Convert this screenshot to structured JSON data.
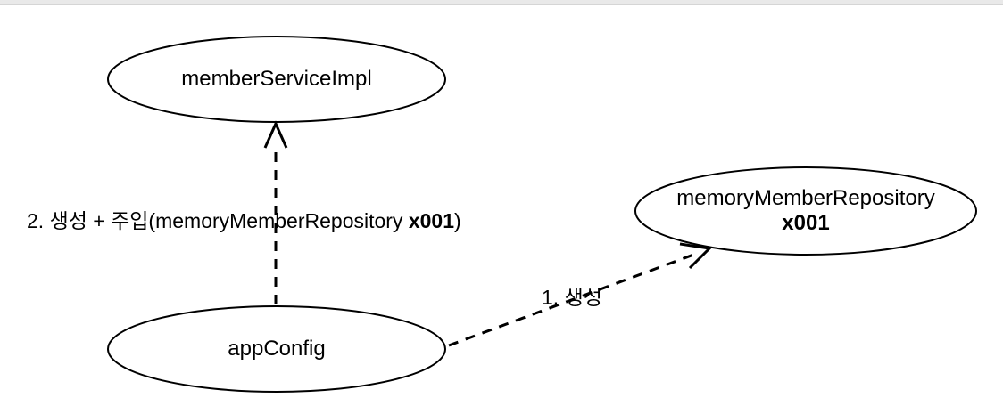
{
  "page": {
    "background": "#ffffff",
    "top_bar_color": "#e9e9e9",
    "top_bar_border_color": "#d5d5d5"
  },
  "diagram": {
    "stroke_color": "#000000",
    "nodes": {
      "member_service_impl": {
        "label": "memberServiceImpl"
      },
      "app_config": {
        "label": "appConfig"
      },
      "memory_member_repository": {
        "label": "memoryMemberRepository",
        "instance": "x001"
      }
    },
    "edges": {
      "inject": {
        "from": "appConfig",
        "to": "memberServiceImpl",
        "label_prefix": "2. 생성 + 주입(memoryMemberRepository ",
        "label_instance": "x001",
        "label_suffix": ")",
        "line_style": "dashed",
        "arrowhead": "open"
      },
      "create": {
        "from": "appConfig",
        "to": "memoryMemberRepository",
        "label": "1. 생성",
        "line_style": "dashed",
        "arrowhead": "open"
      }
    }
  }
}
